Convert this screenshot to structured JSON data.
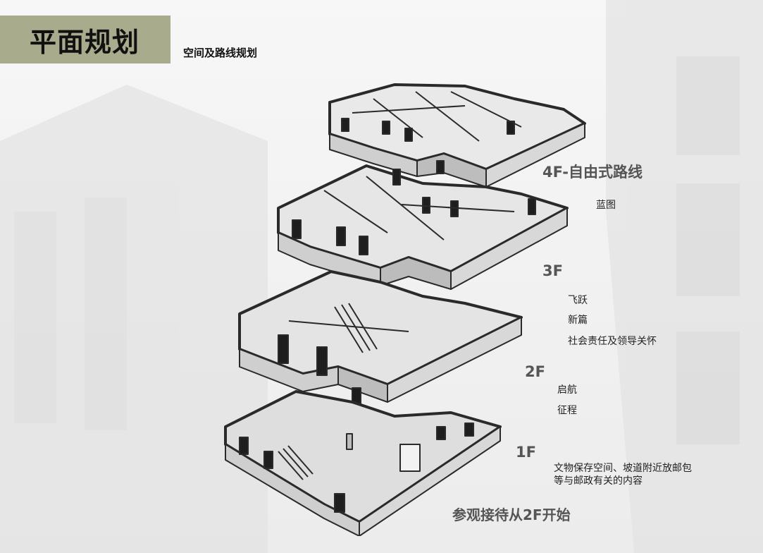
{
  "header": {
    "title": "平面规划",
    "subtitle": "空间及路线规划"
  },
  "floors": [
    {
      "label": "4F-自由式路线",
      "items": [
        "蓝图"
      ]
    },
    {
      "label": "3F",
      "items": [
        "飞跃",
        "新篇",
        "社会责任及领导关怀"
      ]
    },
    {
      "label": "2F",
      "items": [
        "启航",
        "征程"
      ]
    },
    {
      "label": "1F",
      "items": [
        "文物保存空间、坡道附近放邮包",
        "等与邮政有关的内容"
      ]
    }
  ],
  "footer_note": "参观接待从2F开始",
  "colors": {
    "title_bg": "#a9ab8d",
    "wall": "#2a2a2a",
    "floor_fill": "#e6e6e6",
    "label_text": "#555555"
  }
}
